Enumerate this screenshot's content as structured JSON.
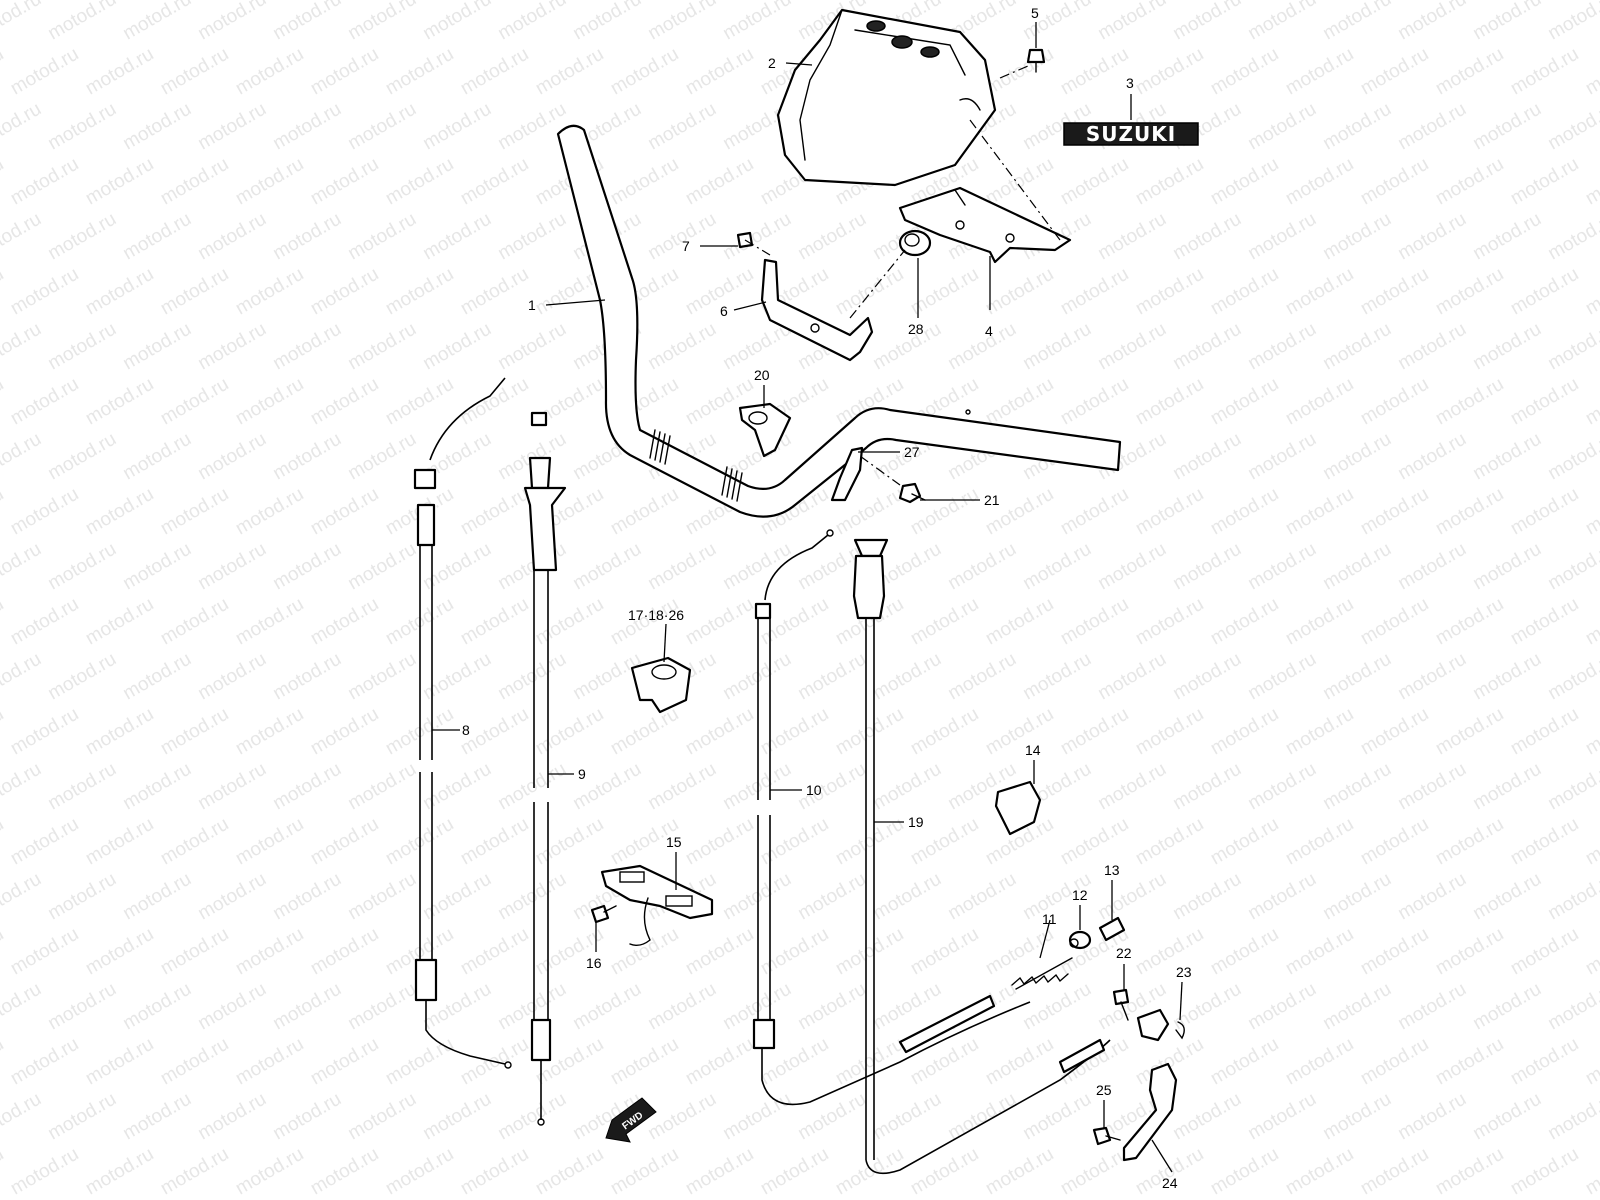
{
  "watermark_text": "motod.ru",
  "brand_logo_text": "SUZUKI",
  "fwd_text": "FWD",
  "callouts": {
    "c1": "1",
    "c2": "2",
    "c3": "3",
    "c4": "4",
    "c5": "5",
    "c6": "6",
    "c7": "7",
    "c8": "8",
    "c9": "9",
    "c10": "10",
    "c11": "11",
    "c12": "12",
    "c13": "13",
    "c14": "14",
    "c15": "15",
    "c16": "16",
    "c17_18_26": "17·18·26",
    "c19": "19",
    "c20": "20",
    "c21": "21",
    "c22": "22",
    "c23": "23",
    "c24": "24",
    "c25": "25",
    "c27": "27",
    "c28": "28"
  }
}
